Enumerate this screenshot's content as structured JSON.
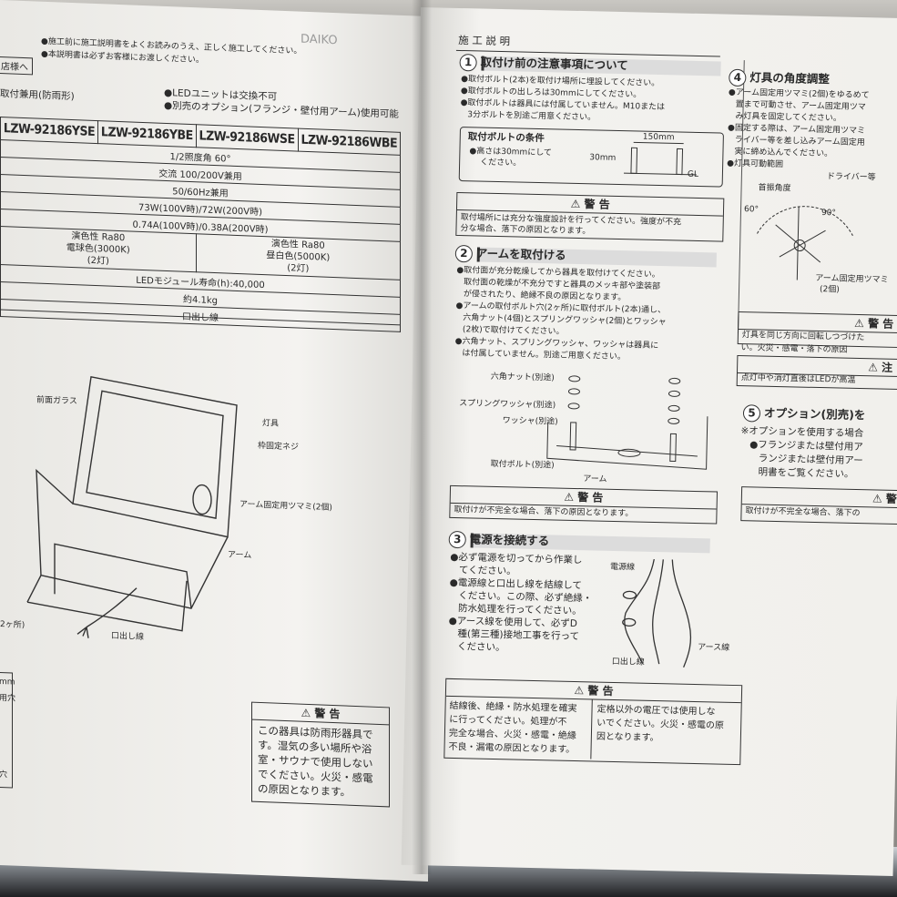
{
  "left_page": {
    "notes": [
      "●施工前に施工説明書をよくお読みのうえ、正しく施工してください。",
      "●本説明書は必ずお客様にお渡しください。"
    ],
    "customer_tag": "店様へ",
    "brand": "DAIKO",
    "features": [
      "●LEDユニットは交換不可",
      "●別売のオプション(フランジ・壁付用アーム)使用可能"
    ],
    "feature_left": "取付兼用(防雨形)",
    "models": [
      "LZW-92186YSE",
      "LZW-92186YBE",
      "LZW-92186WSE",
      "LZW-92186WBE"
    ],
    "specs": [
      "1/2照度角 60°",
      "交流 100/200V兼用",
      "50/60Hz兼用",
      "73W(100V時)/72W(200V時)",
      "0.74A(100V時)/0.38A(200V時)"
    ],
    "color_left": [
      "演色性 Ra80",
      "電球色(3000K)",
      "(2灯)"
    ],
    "color_right": [
      "演色性 Ra80",
      "昼白色(5000K)",
      "(2灯)"
    ],
    "life": "LEDモジュール寿命(h):40,000",
    "weight": "約4.1kg",
    "lead": "口出し線",
    "diagram_labels": [
      "前面ガラス",
      "灯具",
      "枠固定ネジ",
      "アーム固定用ツマミ(2個)",
      "アーム",
      "口出し線",
      "2ヶ所)"
    ],
    "side_labels": [
      "mm",
      "用穴",
      "穴"
    ],
    "warning": {
      "title": "警 告",
      "lines": [
        "この器具は防雨形器具で",
        "す。湿気の多い場所や浴",
        "室・サウナで使用しない",
        "でください。火災・感電",
        "の原因となります。"
      ]
    }
  },
  "right_page": {
    "header": "施 工 説 明",
    "s1": {
      "num": "1",
      "title": "取付け前の注意事項について",
      "items": [
        "●取付ボルト(2本)を取付け場所に埋設してください。",
        "●取付ボルトの出しろは30mmにしてください。",
        "●取付ボルトは器具には付属していません。M10または",
        "3分ボルトを別途ご用意ください。"
      ],
      "cond_title": "取付ボルトの条件",
      "cond_lines": [
        "●高さは30mmにして",
        "ください。"
      ],
      "dims": [
        "150mm",
        "30mm",
        "GL"
      ],
      "warn_title": "警 告",
      "warn_lines": [
        "取付場所には充分な強度設計を行ってください。強度が不充",
        "分な場合、落下の原因となります。"
      ]
    },
    "s2": {
      "num": "2",
      "title": "アームを取付ける",
      "items": [
        "●取付面が充分乾燥してから器具を取付けてください。",
        "取付面の乾燥が不充分ですと器具のメッキ部や塗装部",
        "が侵されたり、絶縁不良の原因となります。",
        "●アームの取付ボルト穴(2ヶ所)に取付ボルト(2本)通し、",
        "六角ナット(4個)とスプリングワッシャ(2個)とワッシャ",
        "(2枚)で取付けてください。",
        "●六角ナット、スプリングワッシャ、ワッシャは器具に",
        "は付属していません。別途ご用意ください。"
      ],
      "diagram_labels": [
        "六角ナット(別途)",
        "スプリングワッシャ(別途)",
        "ワッシャ(別途)",
        "取付ボルト(別途)",
        "アーム"
      ],
      "warn_title": "警 告",
      "warn_lines": [
        "取付けが不完全な場合、落下の原因となります。"
      ]
    },
    "s3": {
      "num": "3",
      "title": "電源を接続する",
      "items": [
        "●必ず電源を切ってから作業し",
        "てください。",
        "●電源線と口出し線を結線して",
        "ください。この際、必ず絶縁・",
        "防水処理を行ってください。",
        "●アース線を使用して、必ずD",
        "種(第三種)接地工事を行って",
        "ください。"
      ],
      "diagram_labels": [
        "電源線",
        "アース線",
        "口出し線"
      ],
      "warn_title": "警 告",
      "warn_left": [
        "結線後、絶縁・防水処理を確実",
        "に行ってください。処理が不",
        "完全な場合、火災・感電・絶縁",
        "不良・漏電の原因となります。"
      ],
      "warn_right": [
        "定格以外の電圧では使用しな",
        "いでください。火災・感電の原",
        "因となります。"
      ]
    },
    "s4": {
      "num": "4",
      "title": "灯具の角度調整",
      "items": [
        "●アーム固定用ツマミ(2個)をゆるめて",
        "置まで可動させ、アーム固定用ツマ",
        "み灯具を固定してください。",
        "●固定する際は、アーム固定用ツマミ",
        "ライバー等を差し込みアーム固定用",
        "実に締め込んでください。",
        "●灯具可動範囲"
      ],
      "diagram_labels": [
        "ドライバー等",
        "首振角度",
        "60°",
        "90°",
        "アーム固定用ツマミ",
        "(2個)"
      ],
      "warn_title": "警 告",
      "warn_lines": [
        "灯具を同じ方向に回転しつづけた",
        "い。火災・感電・落下の原因"
      ],
      "caution_title": "注",
      "caution_line": "点灯中や消灯直後はLEDが高温"
    },
    "s5": {
      "num": "5",
      "title": "オプション(別売)を",
      "items": [
        "※オプションを使用する場合",
        "●フランジまたは壁付用ア",
        "ランジまたは壁付用アー",
        "明書をご覧ください。"
      ],
      "warn_title": "警",
      "warn_lines": [
        "取付けが不完全な場合、落下の"
      ]
    }
  }
}
